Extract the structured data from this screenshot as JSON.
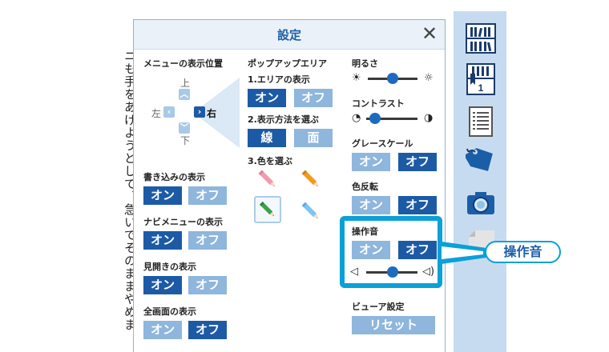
{
  "background_text": "ニも手をあげようとして、急いでそのままやめました。たしか",
  "panel": {
    "title": "設定",
    "close_symbol": "✕"
  },
  "column1": {
    "menu_position": {
      "label": "メニューの表示位置",
      "up": "上",
      "down": "下",
      "left": "左",
      "right": "右",
      "selected": "右"
    },
    "writing_display": {
      "label": "書き込みの表示",
      "on": "オン",
      "off": "オフ",
      "selected": "オン"
    },
    "navi_display": {
      "label": "ナビメニューの表示",
      "on": "オン",
      "off": "オフ",
      "selected": "オン"
    },
    "spread_display": {
      "label": "見開きの表示",
      "on": "オン",
      "off": "オフ",
      "selected": "オン"
    },
    "fullscreen_display": {
      "label": "全画面の表示",
      "on": "オン",
      "off": "オフ",
      "selected": "オフ"
    }
  },
  "column2": {
    "popup_area": {
      "label": "ポップアップエリア"
    },
    "area_display": {
      "label": "1.エリアの表示",
      "on": "オン",
      "off": "オフ",
      "selected": "オン"
    },
    "display_method": {
      "label": "2.表示方法を選ぶ",
      "line": "線",
      "surface": "面",
      "selected": "線"
    },
    "color_select": {
      "label": "3.色を選ぶ",
      "colors": [
        {
          "name": "pink",
          "hex": "#f29bb0"
        },
        {
          "name": "orange",
          "hex": "#f39a1e"
        },
        {
          "name": "green",
          "hex": "#3aa14a"
        },
        {
          "name": "lightblue",
          "hex": "#7cc5ee"
        }
      ],
      "selected": "green"
    }
  },
  "column3": {
    "brightness": {
      "label": "明るさ",
      "value": 0.5
    },
    "contrast": {
      "label": "コントラスト",
      "value": 0.12
    },
    "grayscale": {
      "label": "グレースケール",
      "on": "オン",
      "off": "オフ",
      "selected": "オフ"
    },
    "invert": {
      "label": "色反転",
      "on": "オン",
      "off": "オフ",
      "selected": "オフ"
    },
    "sound": {
      "label": "操作音",
      "on": "オン",
      "off": "オフ",
      "selected": "オフ",
      "volume": 0.5
    },
    "viewer": {
      "label": "ビューア設定",
      "reset": "リセット"
    }
  },
  "callout": {
    "text": "操作音"
  },
  "colors": {
    "on": "#1c5aa6",
    "off": "#8fb6dc",
    "highlight": "#0aa0d8",
    "sidebar": "#c7dbf0"
  },
  "sidebar_icons": [
    "bookshelf-icon",
    "bookmark-page-icon",
    "list-icon",
    "tag-icon",
    "camera-icon",
    "page-corner-icon"
  ]
}
